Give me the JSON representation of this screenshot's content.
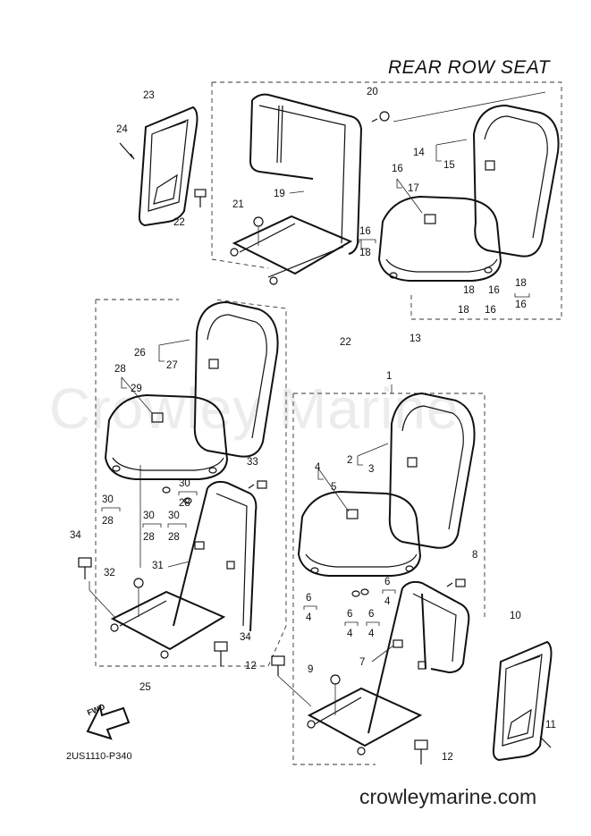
{
  "diagram": {
    "section_title": "REAR ROW SEAT",
    "watermark": "Crowley Marine",
    "website": "crowleymarine.com",
    "part_code": "2US1110-P340",
    "fwd_label": "FWD",
    "callouts": {
      "c1": "1",
      "c2": "2",
      "c3": "3",
      "c4": "4",
      "c5": "5",
      "c6a": "6",
      "c6b": "6",
      "c6c": "6",
      "c6d": "6",
      "c4a": "4",
      "c4b": "4",
      "c4c": "4",
      "c4d": "4",
      "c7": "7",
      "c8": "8",
      "c9": "9",
      "c10": "10",
      "c11": "11",
      "c12a": "12",
      "c12b": "12",
      "c13": "13",
      "c14": "14",
      "c15": "15",
      "c16a": "16",
      "c16b": "16",
      "c16c": "16",
      "c16d": "16",
      "c16e": "16",
      "c17": "17",
      "c18a": "18",
      "c18b": "18",
      "c18c": "18",
      "c18d": "18",
      "c19": "19",
      "c20": "20",
      "c21": "21",
      "c22a": "22",
      "c22b": "22",
      "c23": "23",
      "c24": "24",
      "c25": "25",
      "c26": "26",
      "c27": "27",
      "c28a": "28",
      "c28b": "28",
      "c28c": "28",
      "c28d": "28",
      "c28e": "28",
      "c29": "29",
      "c30a": "30",
      "c30b": "30",
      "c30c": "30",
      "c30d": "30",
      "c31": "31",
      "c32": "32",
      "c33": "33",
      "c34a": "34",
      "c34b": "34"
    }
  }
}
